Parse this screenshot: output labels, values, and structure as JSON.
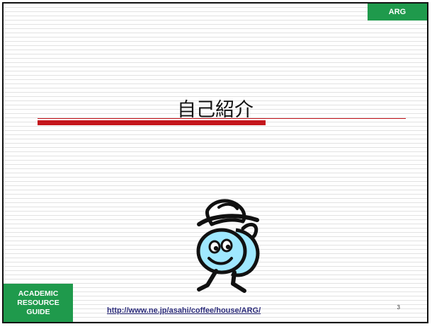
{
  "slide": {
    "tag": "ARG",
    "title": "自己紹介",
    "brand": {
      "line1": "ACADEMIC",
      "line2": "RESOURCE",
      "line3": "GUIDE"
    },
    "url": "http://www.ne.jp/asahi/coffee/house/ARG/",
    "page_number": "3"
  },
  "colors": {
    "accent_green": "#1f9a4c",
    "accent_red": "#c4161c",
    "mascot_fill": "#9fe8ff"
  },
  "icons": {
    "mascot": "cartoon-mascot-icon"
  }
}
